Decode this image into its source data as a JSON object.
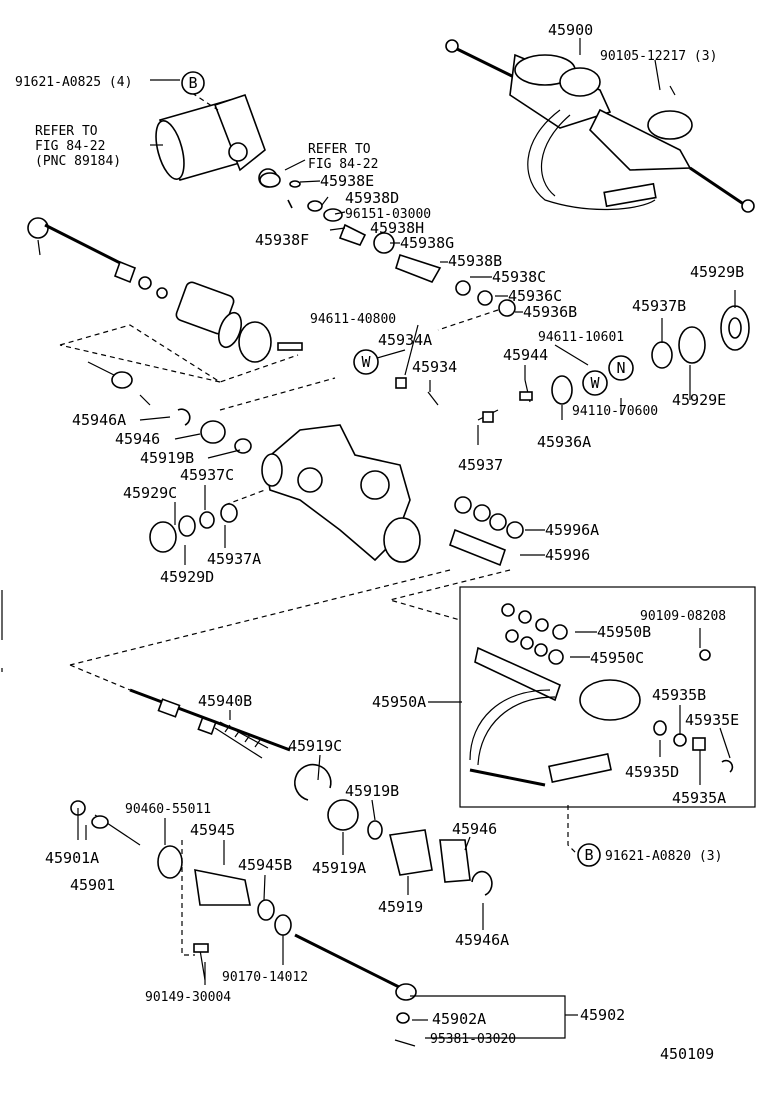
{
  "labels": {
    "p45900": "45900",
    "p90105": "90105-12217 (3)",
    "p91621a": "91621-A0825 (4)",
    "refer1a": "REFER TO",
    "refer1b": "FIG 84-22",
    "refer1c": "(PNC 89184)",
    "refer2a": "REFER TO",
    "refer2b": "FIG 84-22",
    "p45938E": "45938E",
    "p45938D": "45938D",
    "p96151": "96151-03000",
    "p45938F": "45938F",
    "p45938H": "45938H",
    "p45938G": "45938G",
    "p45938B": "45938B",
    "p45938C": "45938C",
    "p45936C": "45936C",
    "p45936B": "45936B",
    "p45929B": "45929B",
    "p45937B": "45937B",
    "p45929E": "45929E",
    "p94611a": "94611-40800",
    "p45934A": "45934A",
    "p45934": "45934",
    "p94611b": "94611-10601",
    "p45944": "45944",
    "p94110": "94110-70600",
    "p45936A": "45936A",
    "p45946A_top": "45946A",
    "p45946_top": "45946",
    "p45919B_top": "45919B",
    "p45937C": "45937C",
    "p45929C": "45929C",
    "p45937": "45937",
    "p45937A": "45937A",
    "p45929D": "45929D",
    "p45996A": "45996A",
    "p45996": "45996",
    "p90109": "90109-08208",
    "p45950B": "45950B",
    "p45950C": "45950C",
    "p45950A": "45950A",
    "p45935B": "45935B",
    "p45935E": "45935E",
    "p45935D": "45935D",
    "p45935A": "45935A",
    "p45940B": "45940B",
    "p45919C": "45919C",
    "p45919B_bot": "45919B",
    "p90460": "90460-55011",
    "p45945": "45945",
    "p45946_bot": "45946",
    "p45901A": "45901A",
    "p45901": "45901",
    "p45945B": "45945B",
    "p45919A": "45919A",
    "p45919": "45919",
    "p45946A_bot": "45946A",
    "p91621b": "91621-A0820 (3)",
    "p90170": "90170-14012",
    "p90149": "90149-30004",
    "p45902A": "45902A",
    "p45902": "45902",
    "p95381": "95381-03020",
    "diagram_id": "450109",
    "callout_B1": "B",
    "callout_B2": "B",
    "callout_W1": "W",
    "callout_W2": "W",
    "callout_N": "N"
  }
}
